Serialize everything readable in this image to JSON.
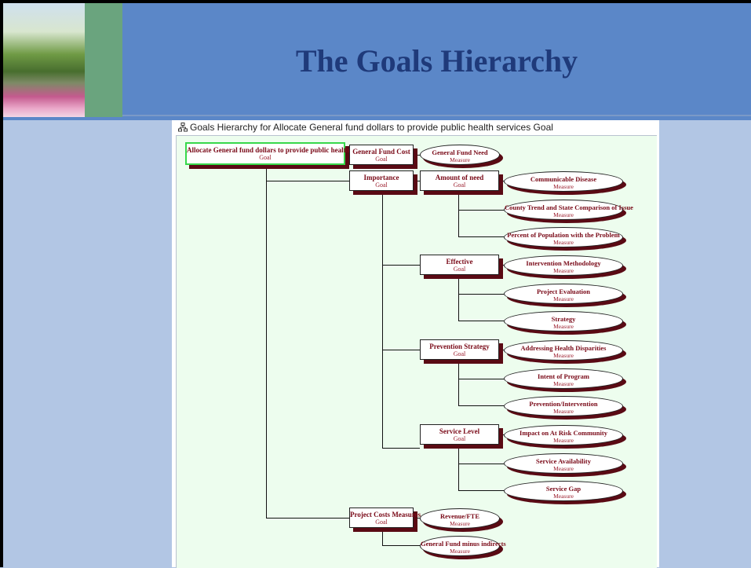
{
  "slide": {
    "title": "The Goals Hierarchy",
    "colors": {
      "header": "#5b87c8",
      "background": "#b2c6e4",
      "title": "#1f3a7a",
      "node_text": "#7a0a18",
      "node_shadow": "#5a0a14",
      "selection": "#38d84b",
      "canvas": "#edfdee"
    }
  },
  "window": {
    "title": "Goals Hierarchy for Allocate General fund dollars to provide public health services Goal",
    "icon": "hierarchy-icon"
  },
  "nodes": {
    "root": {
      "title": "Allocate General fund dollars to provide public health services",
      "type": "Goal"
    },
    "general_fund_cost": {
      "title": "General Fund Cost",
      "type": "Goal"
    },
    "general_fund_need": {
      "title": "General Fund Need",
      "type": "Measure"
    },
    "importance": {
      "title": "Importance",
      "type": "Goal"
    },
    "amount_of_need": {
      "title": "Amount of need",
      "type": "Goal"
    },
    "communicable_disease": {
      "title": "Communicable Disease",
      "type": "Measure"
    },
    "county_trend": {
      "title": "County Trend and State Comparison of Issue",
      "type": "Measure"
    },
    "percent_population": {
      "title": "Percent  of Population with the Problem",
      "type": "Measure"
    },
    "effective": {
      "title": "Effective",
      "type": "Goal"
    },
    "intervention_methodology": {
      "title": "Intervention Methodology",
      "type": "Measure"
    },
    "project_evaluation": {
      "title": "Project Evaluation",
      "type": "Measure"
    },
    "strategy": {
      "title": "Strategy",
      "type": "Measure"
    },
    "prevention_strategy": {
      "title": "Prevention Strategy",
      "type": "Goal"
    },
    "addressing_disparities": {
      "title": "Addressing Health Disparities",
      "type": "Measure"
    },
    "intent_of_program": {
      "title": "Intent of Program",
      "type": "Measure"
    },
    "prevention_intervention": {
      "title": "Prevention/Intervention",
      "type": "Measure"
    },
    "service_level": {
      "title": "Service Level",
      "type": "Goal"
    },
    "impact_at_risk": {
      "title": "Impact on At Risk Community",
      "type": "Measure"
    },
    "service_availability": {
      "title": "Service Availability",
      "type": "Measure"
    },
    "service_gap": {
      "title": "Service Gap",
      "type": "Measure"
    },
    "project_costs_measures": {
      "title": "Project Costs Measures",
      "type": "Goal"
    },
    "revenue_fte": {
      "title": "Revenue/FTE",
      "type": "Measure"
    },
    "general_fund_minus_indirects": {
      "title": "General Fund minus indirects",
      "type": "Measure"
    }
  }
}
